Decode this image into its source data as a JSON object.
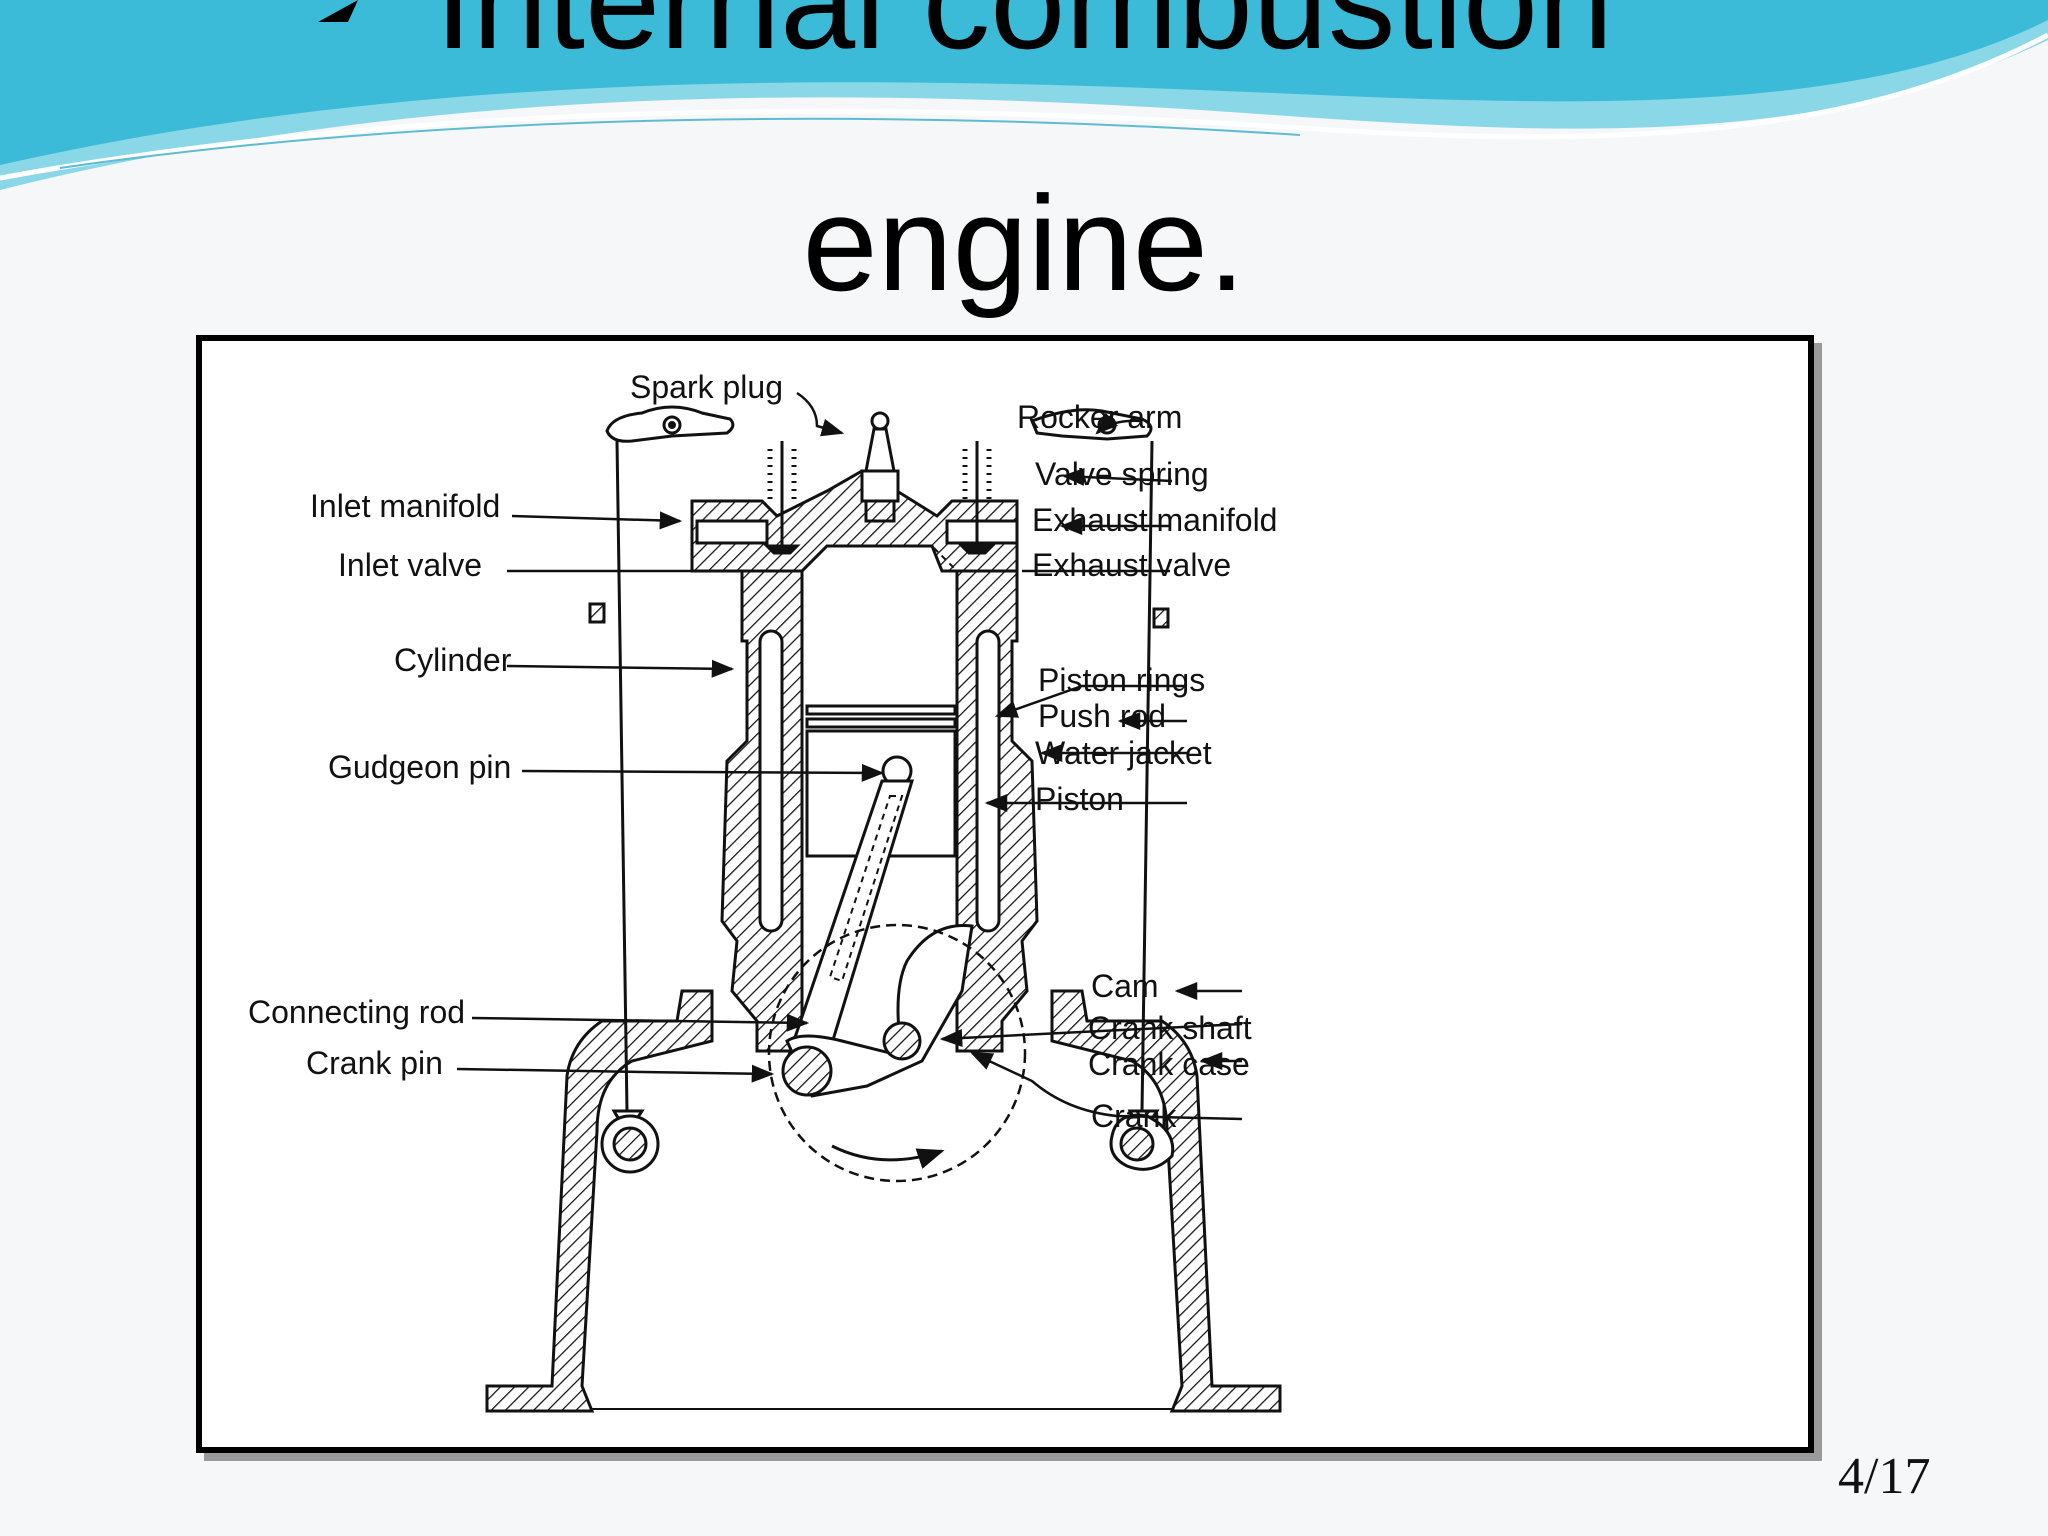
{
  "slide": {
    "title_line_1": "Internal combustion",
    "title_line_2": "engine.",
    "page_number": "4/17"
  },
  "colors": {
    "wave_dark": "#2db6d4",
    "wave_light": "#8ad7e8",
    "background": "#f6f7f9"
  },
  "diagram": {
    "labels": {
      "spark_plug": "Spark plug",
      "rocker_arm": "Rocker arm",
      "valve_spring": "Valve spring",
      "inlet_manifold": "Inlet manifold",
      "exhaust_manifold": "Exhaust manifold",
      "inlet_valve": "Inlet valve",
      "exhaust_valve": "Exhaust valve",
      "cylinder": "Cylinder",
      "piston_rings": "Piston rings",
      "push_rod": "Push rod",
      "water_jacket": "Water jacket",
      "gudgeon_pin": "Gudgeon pin",
      "piston": "Piston",
      "cam": "Cam",
      "connecting_rod": "Connecting rod",
      "crank_shaft": "Crank shaft",
      "crank_case": "Crank case",
      "crank_pin": "Crank pin",
      "crank": "Crank"
    }
  }
}
